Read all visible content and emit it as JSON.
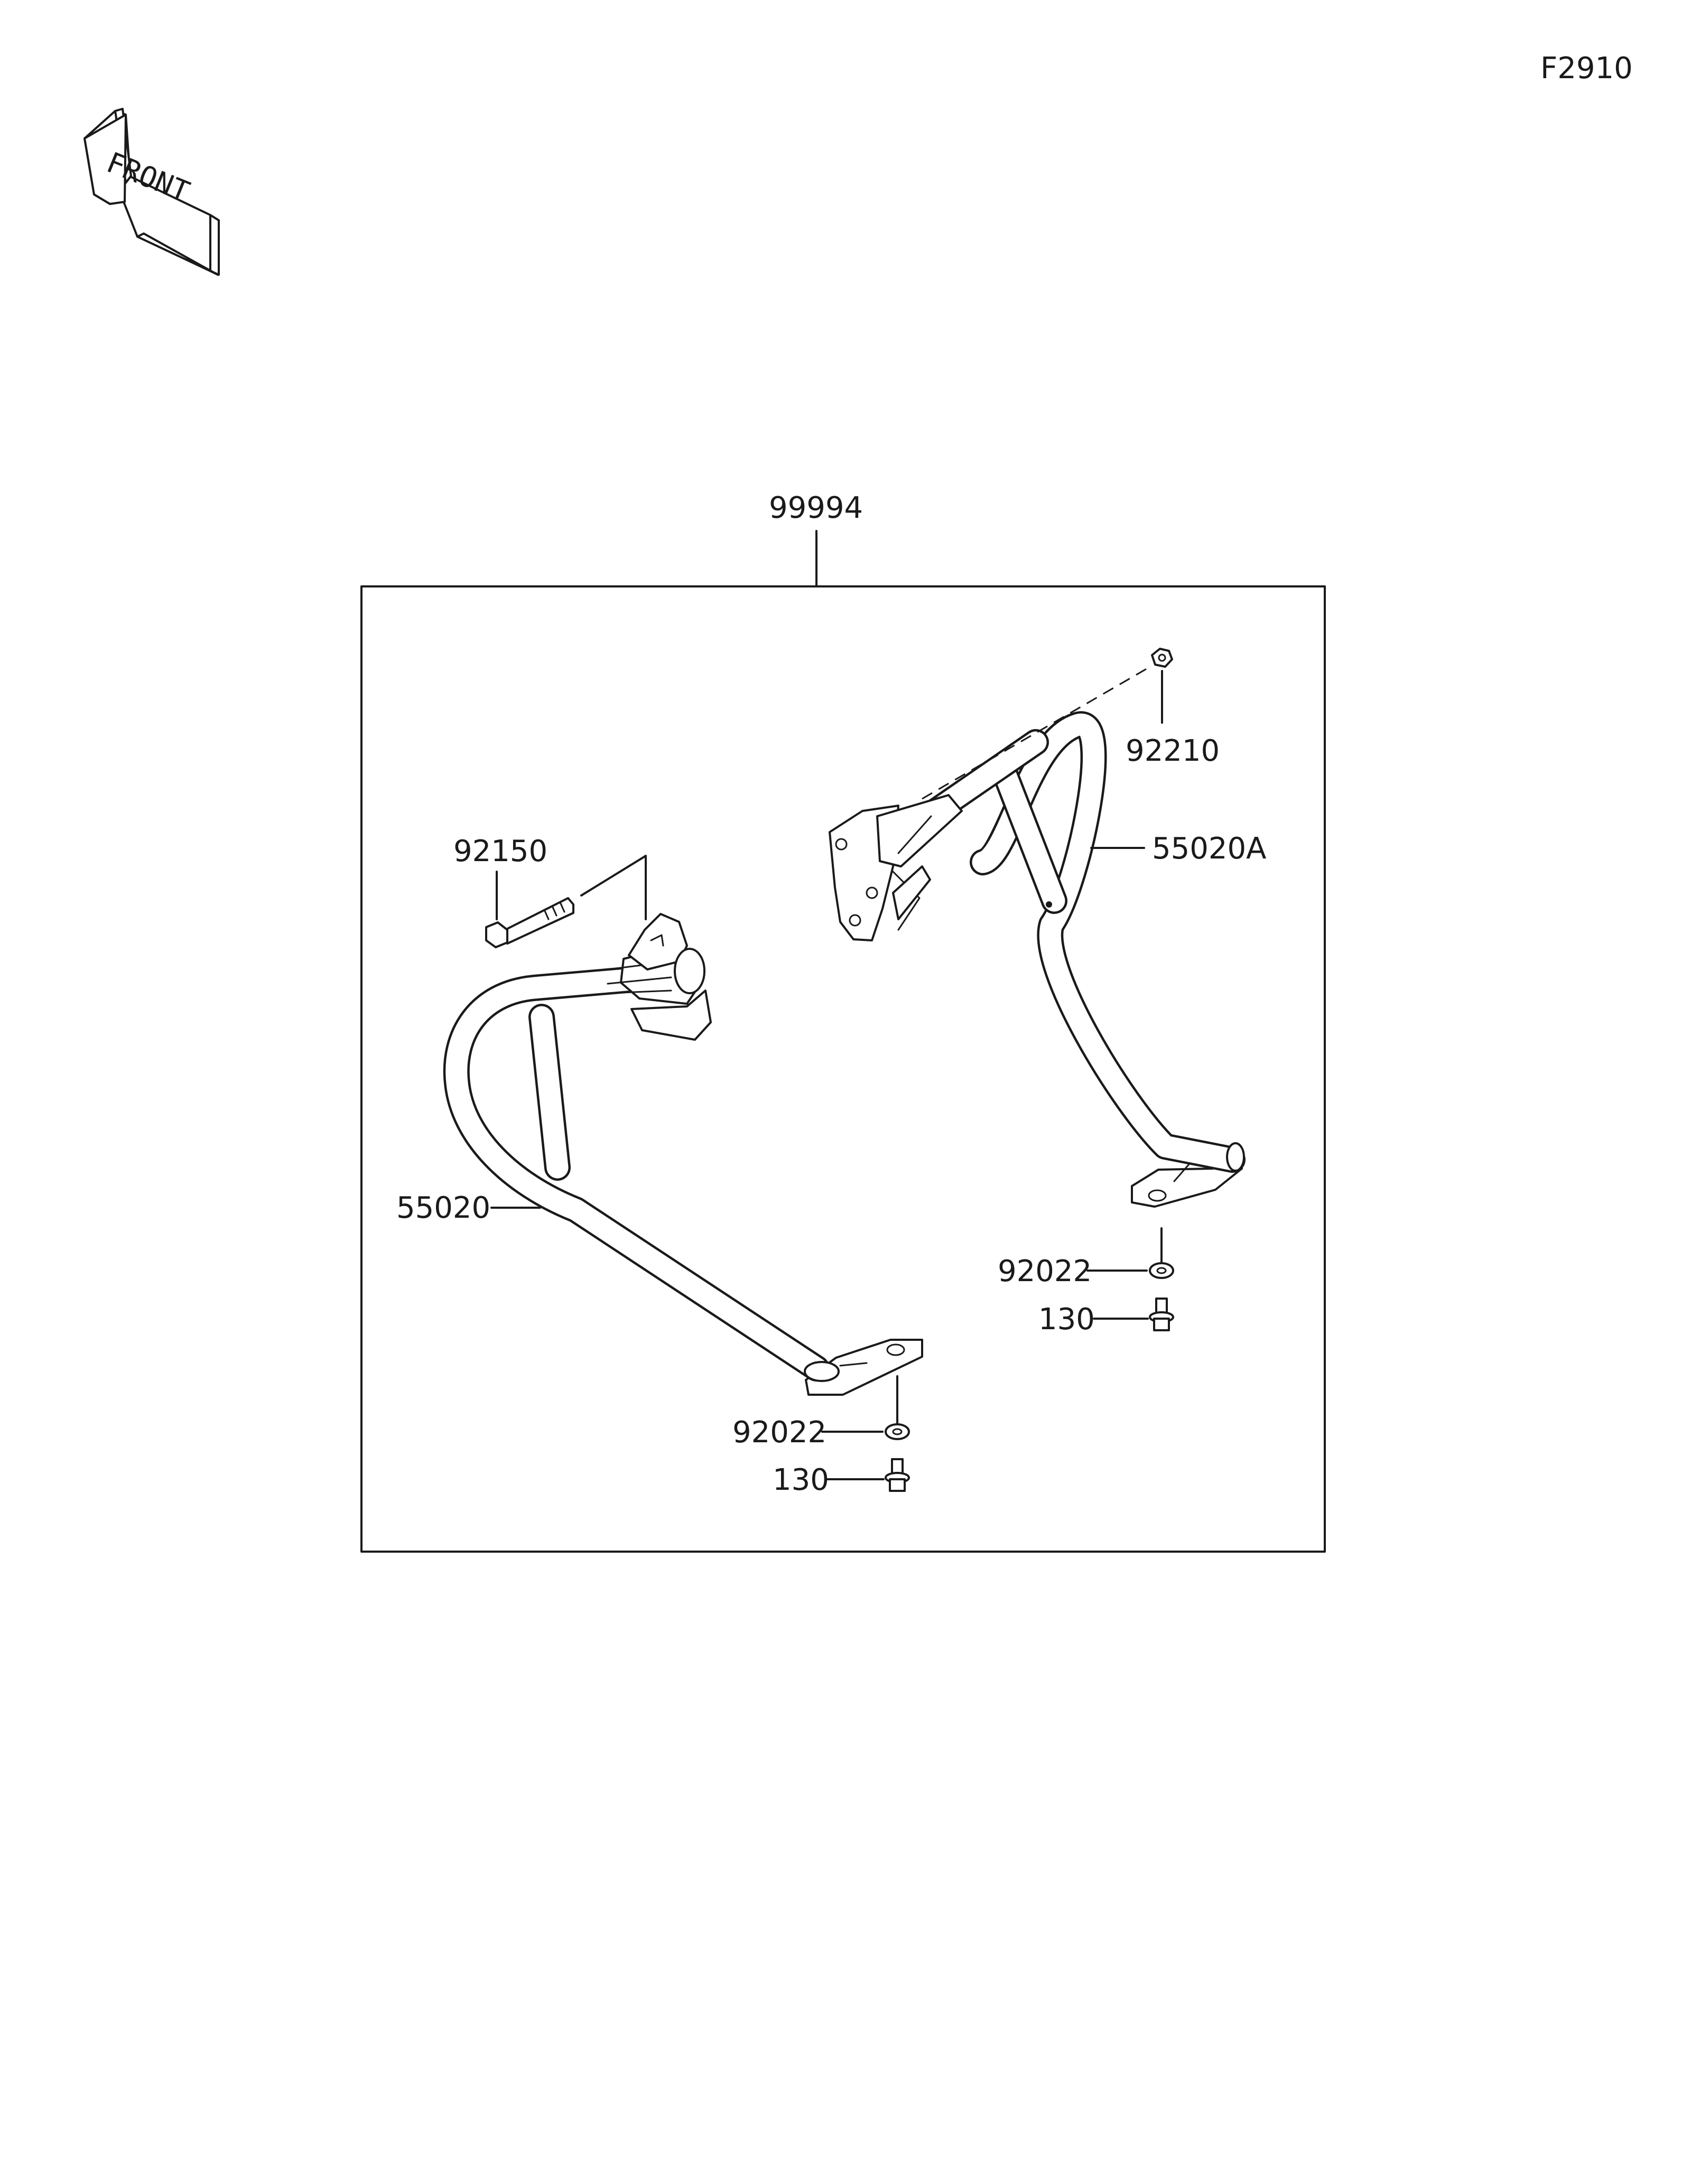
{
  "figure_code": "F2910",
  "front_label": "FRONT",
  "assembly_label": "99994",
  "parts": {
    "bolt_92150": "92150",
    "nut_92210": "92210",
    "guard_right": "55020A",
    "guard_left": "55020",
    "washer_right": "92022",
    "bolt_right": "130",
    "washer_left": "92022",
    "bolt_left": "130"
  },
  "colors": {
    "line": "#1a1a1a",
    "background": "#ffffff"
  },
  "icons": [
    "front-arrow-icon",
    "bolt-icon",
    "nut-icon",
    "washer-icon",
    "flange-bolt-icon"
  ]
}
